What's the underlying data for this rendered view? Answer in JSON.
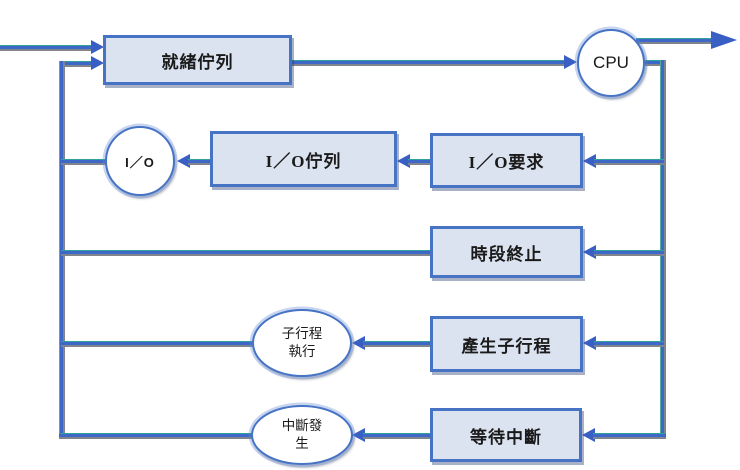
{
  "diagram": {
    "type": "process-scheduling-queueing-diagram",
    "nodes": {
      "ready_queue": {
        "label": "就緒佇列",
        "shape": "box"
      },
      "cpu": {
        "label": "CPU",
        "shape": "circle"
      },
      "io": {
        "label": "I／O",
        "shape": "circle"
      },
      "io_queue": {
        "label": "I／O佇列",
        "shape": "box"
      },
      "io_request": {
        "label": "I／O要求",
        "shape": "box"
      },
      "time_slice": {
        "label": "時段終止",
        "shape": "box"
      },
      "child_exec": {
        "label_line1": "子行程",
        "label_line2": "執行",
        "shape": "ellipse"
      },
      "fork_child": {
        "label": "產生子行程",
        "shape": "box"
      },
      "interrupt": {
        "label_line1": "中斷發",
        "label_line2": "生",
        "shape": "ellipse"
      },
      "wait_interrupt": {
        "label": "等待中斷",
        "shape": "box"
      }
    },
    "colors": {
      "node_border": "#4673C4",
      "node_fill": "#DCE3F0",
      "circle_fill": "#FFFFFF",
      "line_blue": "#3E68C8",
      "line_highlight": "#2FA39A",
      "line_shadow": "#80858D",
      "text": "#1A1A1A"
    }
  }
}
